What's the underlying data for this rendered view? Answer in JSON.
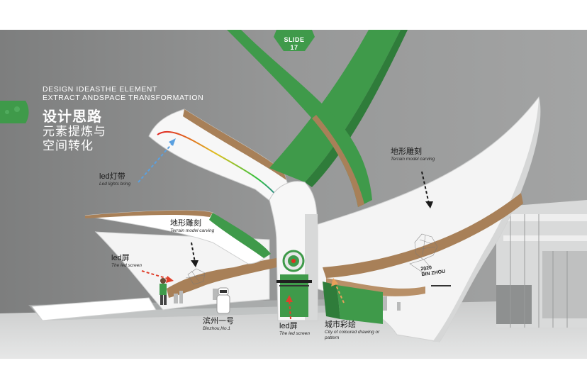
{
  "slide": {
    "label": "SLIDE",
    "number": "17"
  },
  "title": {
    "en_line1": "DESIGN IDEASTHE ELEMENT",
    "en_line2": "EXTRACT ANDSPACE TRANSFORMATION",
    "cn_main": "设计思路",
    "cn_sub_line1": "元素提炼与",
    "cn_sub_line2": "空间转化"
  },
  "annotations": {
    "led_strip": {
      "cn": "led灯带",
      "en": "Led lights bring"
    },
    "terrain_right": {
      "cn": "地形雕刻",
      "en": "Terrain model carving"
    },
    "terrain_left": {
      "cn": "地形雕刻",
      "en": "Terrain model carving"
    },
    "led_screen_left": {
      "cn": "led屏",
      "en": "The led screen"
    },
    "robot": {
      "cn": "滨州一号",
      "en": "Binzhou,No.1"
    },
    "led_screen_center": {
      "cn": "led屏",
      "en": "The led screen"
    },
    "city_painting": {
      "cn": "城市彩绘",
      "en": "City of coloured drawing or pattern"
    }
  },
  "wall_text": {
    "year": "2020",
    "city": "BIN ZHOU"
  },
  "colors": {
    "background": "#8a8b8b",
    "accent_green": "#3f9a4a",
    "terrain_brown": "#a88058",
    "led_arrow_blue": "#5aa0e0",
    "screen_arrow_red": "#e0402c",
    "city_arrow_orange": "#e8a05a"
  },
  "icons": [
    "hexagon-badge",
    "green-wave-tab",
    "led-rainbow-strip",
    "dashed-arrow"
  ]
}
